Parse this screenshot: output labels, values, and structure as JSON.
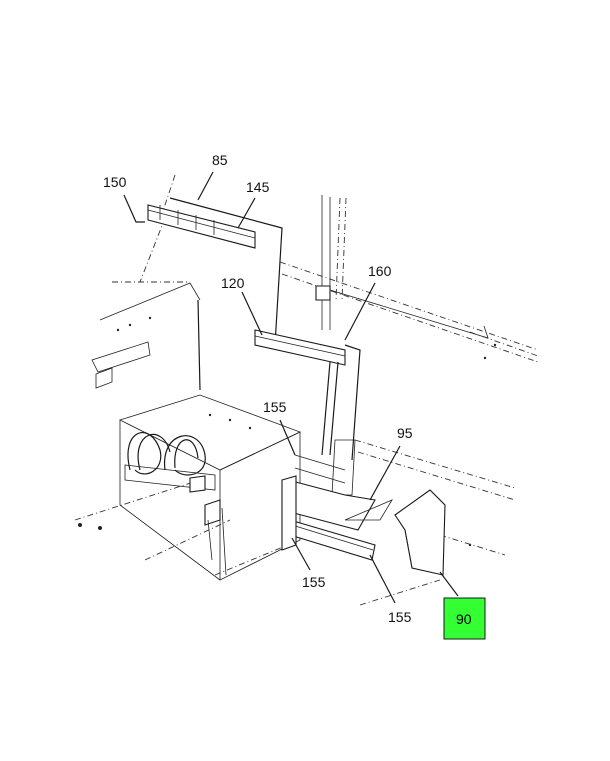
{
  "diagram": {
    "callouts": [
      {
        "id": "c150a",
        "text": "150"
      },
      {
        "id": "c85",
        "text": "85"
      },
      {
        "id": "c145",
        "text": "145"
      },
      {
        "id": "c160",
        "text": "160"
      },
      {
        "id": "c120",
        "text": "120"
      },
      {
        "id": "c155a",
        "text": "155"
      },
      {
        "id": "c95",
        "text": "95"
      },
      {
        "id": "c155b",
        "text": "155"
      },
      {
        "id": "c155c",
        "text": "155"
      },
      {
        "id": "c90",
        "text": "90"
      }
    ],
    "highlight_color": "#33ff33"
  }
}
